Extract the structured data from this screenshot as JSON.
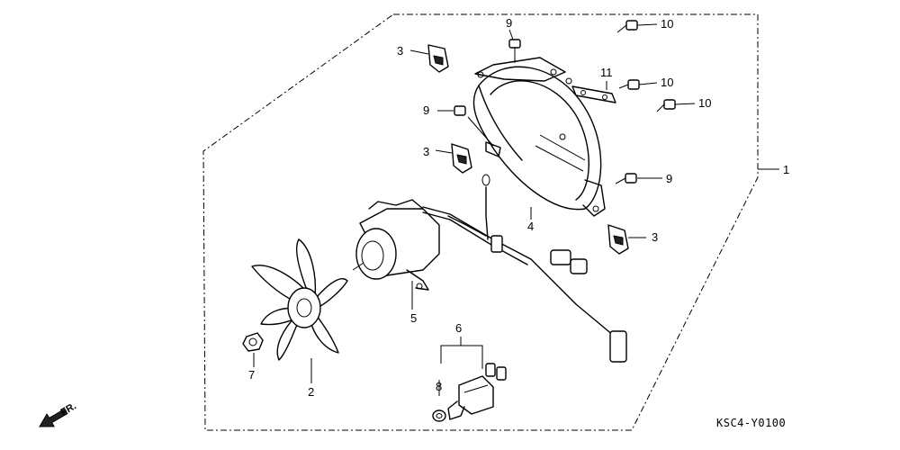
{
  "diagram_code": "KSC4-Y0100",
  "front_indicator": "FR.",
  "callouts": [
    "1",
    "2",
    "3",
    "3",
    "3",
    "4",
    "5",
    "6",
    "7",
    "8",
    "9",
    "9",
    "9",
    "10",
    "10",
    "10",
    "11"
  ]
}
